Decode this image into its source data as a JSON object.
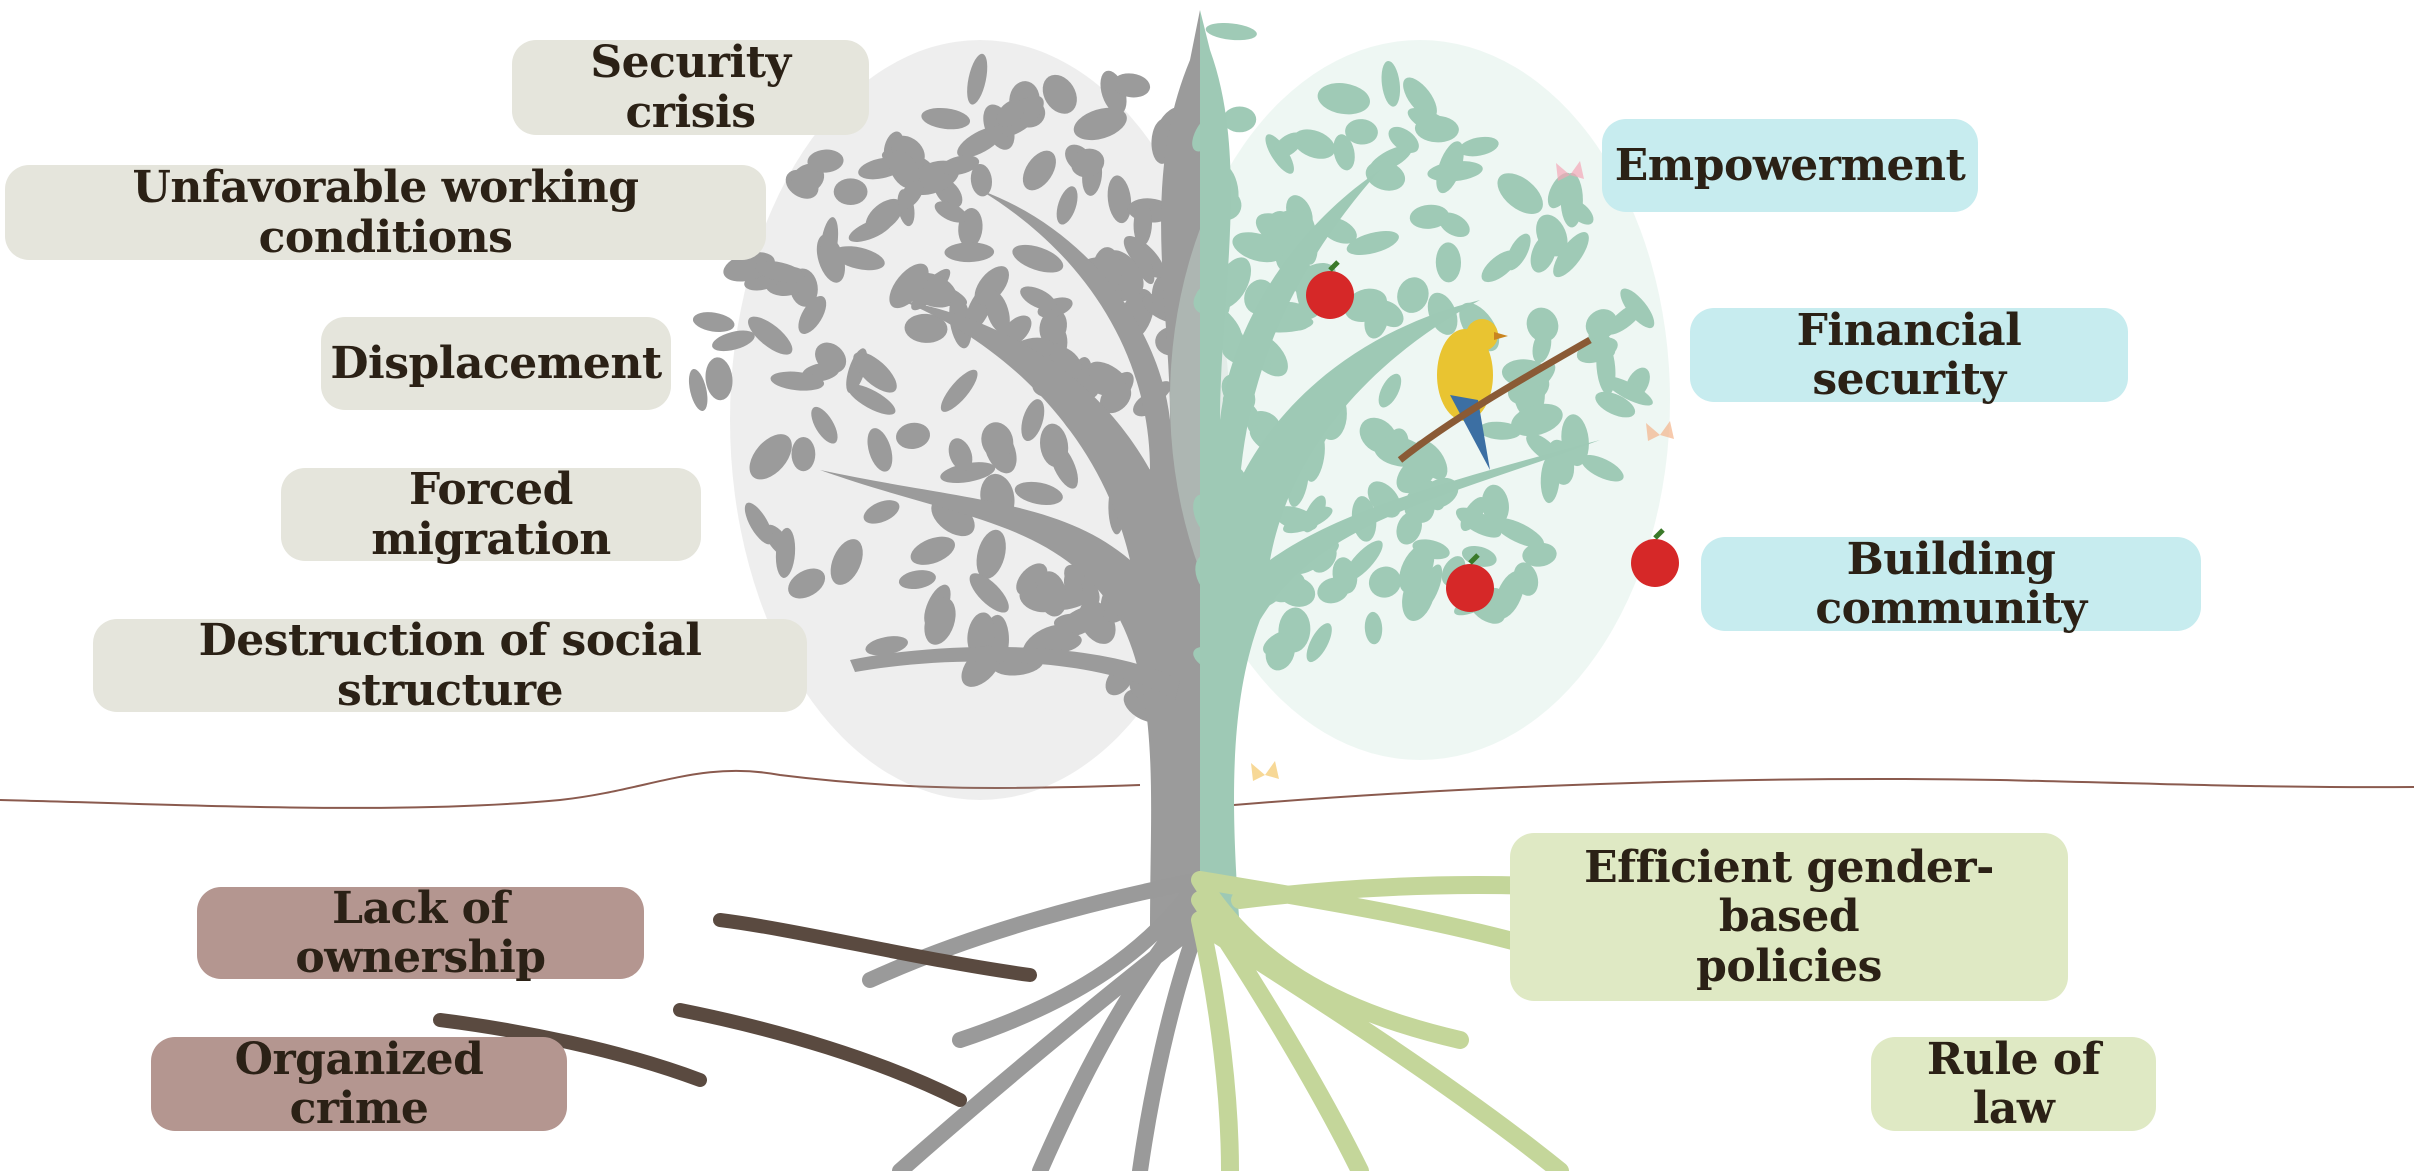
{
  "negative_factors": [
    "Security crisis",
    "Unfavorable working conditions",
    "Displacement",
    "Forced migration",
    "Destruction of social structure"
  ],
  "negative_roots": [
    "Lack of ownership",
    "Organized crime"
  ],
  "positive_outcomes": [
    "Empowerment",
    "Financial security",
    "Building community"
  ],
  "positive_roots": {
    "policies_line1": "Efficient gender-based",
    "policies_line2": "policies",
    "rule_of_law": "Rule of law"
  },
  "colors": {
    "grey_tree": "#9b9b9b",
    "green_tree": "#a9cfbf",
    "root_green": "#c4d69a",
    "dead_root": "#5a4a40",
    "ground_line": "#8a5a4e",
    "apple": "#d62828",
    "bird": "#e9c431"
  },
  "icons": [
    "grey-tree-icon",
    "green-tree-icon",
    "apple-icon",
    "bird-icon",
    "butterfly-icon",
    "roots-icon"
  ]
}
